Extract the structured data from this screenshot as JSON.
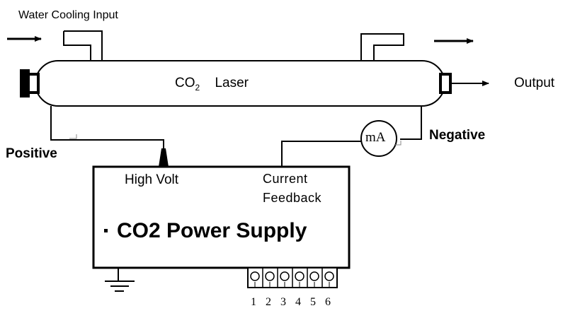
{
  "labels": {
    "water_cooling_input": "Water Cooling Input",
    "laser_co": "CO",
    "laser_sub": "2",
    "laser_word": "Laser",
    "output": "Output",
    "positive": "Positive",
    "negative": "Negative",
    "ammeter": "mA",
    "high_volt": "High Volt",
    "current": "Current",
    "feedback": "Feedback",
    "power_supply_title": "CO2 Power Supply",
    "terminals": [
      "1",
      "2",
      "3",
      "4",
      "5",
      "6"
    ]
  }
}
